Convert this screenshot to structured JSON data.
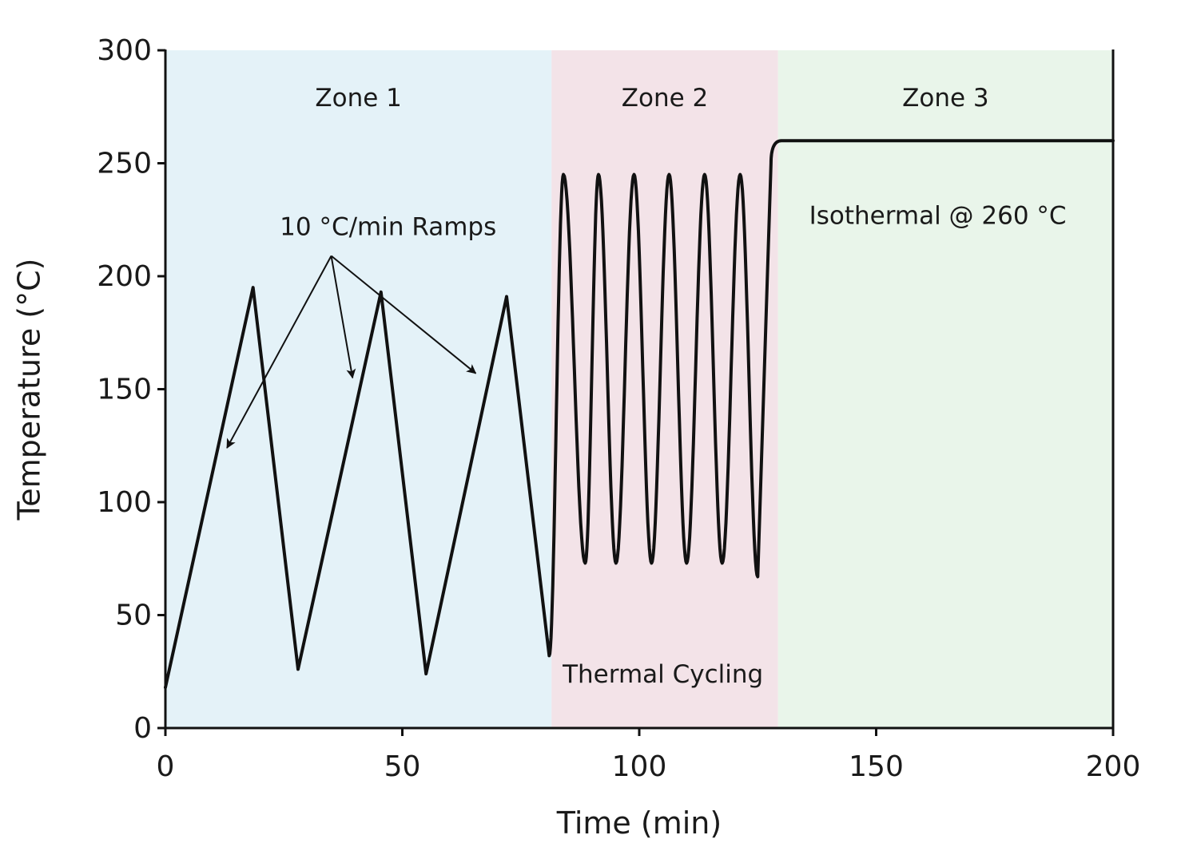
{
  "chart_data": {
    "type": "line",
    "title": "",
    "xlabel": "Time (min)",
    "ylabel": "Temperature (°C)",
    "xlim": [
      0,
      200
    ],
    "ylim": [
      0,
      300
    ],
    "x_ticks": [
      0,
      50,
      100,
      150,
      200
    ],
    "y_ticks": [
      0,
      50,
      100,
      150,
      200,
      250,
      300
    ],
    "grid": false,
    "legend": "none",
    "line_color": "#111111",
    "zones": [
      {
        "label": "Zone 1",
        "x_start": 0,
        "x_end": 81.5,
        "color": "#e4f2f8"
      },
      {
        "label": "Zone 2",
        "x_start": 81.5,
        "x_end": 129.3,
        "color": "#f3e3e8"
      },
      {
        "label": "Zone 3",
        "x_start": 129.3,
        "x_end": 200,
        "color": "#e9f5ea"
      }
    ],
    "ramps": {
      "points": [
        [
          0,
          18
        ],
        [
          18.5,
          195
        ],
        [
          28,
          26
        ],
        [
          45.5,
          193
        ],
        [
          55,
          24
        ],
        [
          72,
          191
        ],
        [
          81,
          32
        ]
      ]
    },
    "cycling": {
      "x_start": 81,
      "start_temp": 32,
      "peaks": [
        [
          84,
          245
        ],
        [
          91.4,
          245
        ],
        [
          98.9,
          245
        ],
        [
          106.3,
          245
        ],
        [
          113.8,
          245
        ],
        [
          121.3,
          245
        ]
      ],
      "troughs": [
        [
          88.6,
          73
        ],
        [
          95.1,
          73
        ],
        [
          102.6,
          73
        ],
        [
          110,
          73
        ],
        [
          117.5,
          73
        ],
        [
          125,
          67
        ]
      ]
    },
    "isothermal": {
      "rise_start": [
        127.8,
        250
      ],
      "level": 260,
      "x_end": 200
    },
    "annotations": [
      {
        "text": "10 °C/min Ramps",
        "x": 47,
        "y": 222
      },
      {
        "text": "Isothermal @ 260 °C",
        "x": 163,
        "y": 227
      },
      {
        "text": "Thermal Cycling",
        "x": 105,
        "y": 24
      }
    ],
    "ramp_arrows": {
      "origin": [
        35,
        209
      ],
      "targets": [
        [
          13,
          124
        ],
        [
          39.5,
          155
        ],
        [
          65.5,
          157
        ]
      ]
    }
  }
}
